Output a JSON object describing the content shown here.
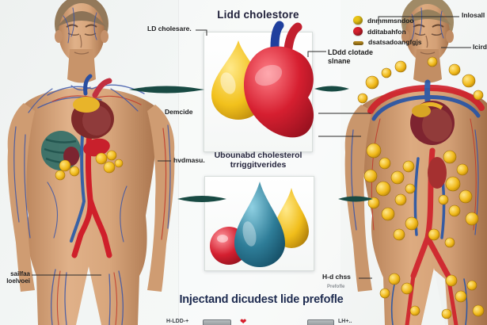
{
  "titles": {
    "top": "Lidd cholestore",
    "mid_line1": "Ubounabd cholesterol",
    "mid_line2": "trriggitverides",
    "bottom": "Injectand dicudest lide prefofle"
  },
  "left_labels": {
    "top": "LD cholesare.",
    "mid": "Demcide",
    "lower": "hvdmasu.",
    "bottom_line1": "sailfaa",
    "bottom_line2": "loelvoei"
  },
  "right_labels": {
    "top": "Inlosall",
    "mid": "Icird",
    "bottom": "H-d chss",
    "bottom_small": "Prefofle"
  },
  "legend": {
    "items": [
      {
        "label": "dnmmmsndoo",
        "color": "#e9c417"
      },
      {
        "label": "dditabahfon",
        "color": "#d6202d"
      },
      {
        "label": "dsatsadoangfgjs",
        "color": "#b3861c"
      }
    ],
    "caption_line1": "LDdd clotade",
    "caption_line2": "slnane"
  },
  "bottom_legend": {
    "left_text": "H-LDD-+",
    "right_text": "LH+..",
    "heart": "❤"
  },
  "colors": {
    "background": "#f2f5f4",
    "arrow_teal": "#184a43",
    "droplet_yellow": "#f2c11c",
    "organ_red": "#d61f30",
    "droplet_blue": "#2e7d98",
    "deposit_yellow": "#f0b818",
    "title_navy": "#1e2b50"
  }
}
